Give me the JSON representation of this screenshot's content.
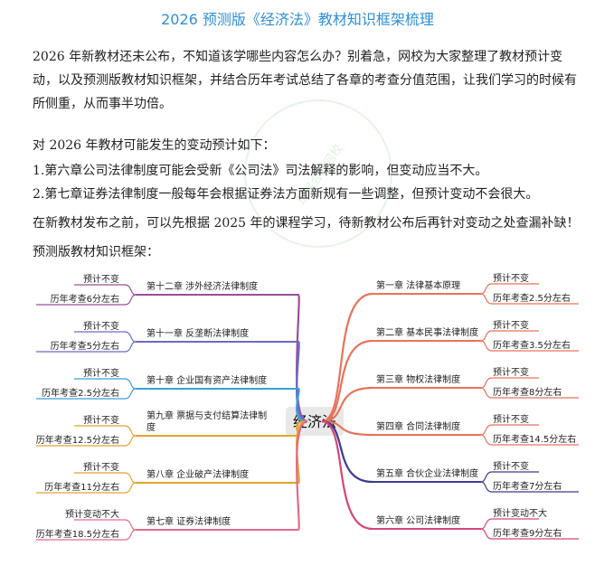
{
  "title": "2026 预测版《经济法》教材知识框架梳理",
  "intro": "2026 年新教材还未公布，不知道该学哪些内容怎么办？别着急，网校为大家整理了教材预计变动，以及预测版教材知识框架，并结合历年考试总结了各章的考查分值范围，让我们学习的时候有所侧重，从而事半功倍。",
  "changes_heading": "对 2026 年教材可能发生的变动预计如下：",
  "changes": [
    "1.第六章公司法律制度可能会受新《公司法》司法解释的影响，但变动应当不大。",
    "2.第七章证券法律制度一般每年会根据证券法方面新规有一些调整，但预计变动不会很大。"
  ],
  "advice": "在新教材发布之前，可以先根据 2025 年的课程学习，待新教材公布后再针对变动之处查漏补缺！",
  "framework_heading": "预测版教材知识框架：",
  "watermark": "正保会计网校",
  "mindmap": {
    "center": "经济法",
    "right": [
      {
        "chapter": "第一章 法律基本原理",
        "forecast": "预计不变",
        "score": "历年考查2.5分左右",
        "color": "#e8735a"
      },
      {
        "chapter": "第二章 基本民事法律制度",
        "forecast": "预计不变",
        "score": "历年考查3.5分左右",
        "color": "#e8735a"
      },
      {
        "chapter": "第三章 物权法律制度",
        "forecast": "预计不变",
        "score": "历年考查8分左右",
        "color": "#e8735a"
      },
      {
        "chapter": "第四章 合同法律制度",
        "forecast": "预计不变",
        "score": "历年考查14.5分左右",
        "color": "#e8735a"
      },
      {
        "chapter": "第五章 合伙企业法律制度",
        "forecast": "预计不变",
        "score": "历年考查7分左右",
        "color": "#3b3b8f"
      },
      {
        "chapter": "第六章 公司法律制度",
        "forecast": "预计变动不大",
        "score": "历年考查9分左右",
        "color": "#d6457a"
      }
    ],
    "left": [
      {
        "chapter": "第十二章 涉外经济法律制度",
        "forecast": "预计不变",
        "score": "历年考查6分左右",
        "color": "#9a4f9a"
      },
      {
        "chapter": "第十一章 反垄断法律制度",
        "forecast": "预计不变",
        "score": "历年考查5分左右",
        "color": "#6a6ac8"
      },
      {
        "chapter": "第十章 企业国有资产法律制度",
        "forecast": "预计不变",
        "score": "历年考查2.5分左右",
        "color": "#3aa0d8"
      },
      {
        "chapter": "第九章 票据与支付结算法律制度",
        "forecast": "预计不变",
        "score": "历年考查12.5分左右",
        "color": "#e2a52e"
      },
      {
        "chapter": "第八章 企业破产法律制度",
        "forecast": "预计不变",
        "score": "历年考查11分左右",
        "color": "#e2a52e"
      },
      {
        "chapter": "第七章 证券法律制度",
        "forecast": "预计变动不大",
        "score": "历年考查18.5分左右",
        "color": "#e46a8a"
      }
    ]
  }
}
